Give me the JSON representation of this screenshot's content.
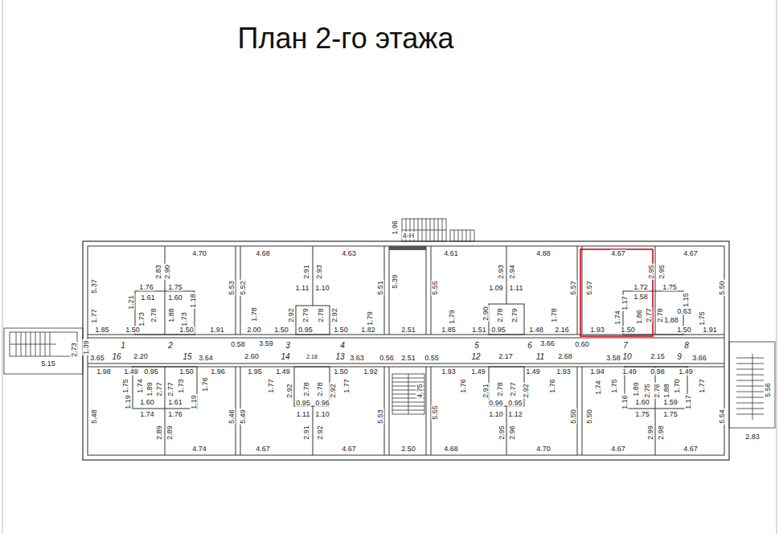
{
  "diagram": {
    "title": "План 2-го этажа",
    "labels": [
      "4.70",
      "2.83",
      "2.90",
      "5.37",
      "5.53",
      "1.76",
      "1.75",
      "1.21",
      "1.61",
      "1.60",
      "1.18",
      "1.77",
      "1.73",
      "2.78",
      "1.88",
      "1.73",
      "1.85",
      "1.50",
      "1.50",
      "1.91",
      "4.68",
      "2.91",
      "2.93",
      "4.63",
      "5.52",
      "5.51",
      "1.11",
      "1.10",
      "2.92",
      "2.79",
      "2.78",
      "2.92",
      "1.78",
      "1.79",
      "2.00",
      "1.50",
      "0.95",
      "1.50",
      "1.82",
      "1.96",
      "4-Н",
      "5.39",
      "2.51",
      "4.61",
      "2.93",
      "2.94",
      "4.88",
      "5.55",
      "5.57",
      "1.09",
      "1.11",
      "2.90",
      "2.78",
      "2.79",
      "1.79",
      "1.78",
      "1.85",
      "1.51",
      "0.95",
      "1.48",
      "2.16",
      "4.67",
      "2.95",
      "2.95",
      "4.67",
      "5.57",
      "5.50",
      "1.72",
      "1.75",
      "1.17",
      "1.58",
      "1.15",
      "1.74",
      "1.86",
      "2.77",
      "2.78",
      "1.88",
      "0.63",
      "1.75",
      "1.93",
      "1.50",
      "1.50",
      "1.91",
      "1.39",
      "2.73",
      "5.15",
      "0.58",
      "3.59",
      "0.60",
      "3.66",
      "1",
      "2",
      "3",
      "4",
      "5",
      "6",
      "7",
      "8",
      "3.65",
      "16",
      "2.20",
      "15",
      "3.64",
      "2.60",
      "14",
      "2.18",
      "13",
      "3.63",
      "0.56",
      "2.51",
      "0.55",
      "12",
      "2.17",
      "11",
      "2.68",
      "3.58",
      "10",
      "2.15",
      "9",
      "3.66",
      "1.98",
      "1.49",
      "0.95",
      "1.50",
      "1.96",
      "1.75",
      "1.74",
      "1.89",
      "2.77",
      "2.77",
      "1.73",
      "1.76",
      "1.19",
      "1.60",
      "1.61",
      "1.19",
      "5.48",
      "5.46",
      "1.74",
      "1.76",
      "2.89",
      "2.89",
      "4.74",
      "1.95",
      "1.49",
      "1.50",
      "1.92",
      "1.77",
      "2.92",
      "2.78",
      "2.78",
      "2.92",
      "1.77",
      "5.49",
      "5.53",
      "0.95",
      "0.96",
      "1.11",
      "1.10",
      "2.91",
      "2.92",
      "4.67",
      "4.67",
      "4.75",
      "2.50",
      "1.93",
      "1.49",
      "1.49",
      "1.93",
      "1.76",
      "5.55",
      "2.91",
      "2.78",
      "2.77",
      "2.92",
      "1.76",
      "5.50",
      "0.96",
      "0.95",
      "1.10",
      "1.12",
      "2.95",
      "2.96",
      "4.68",
      "4.70",
      "1.94",
      "1.49",
      "0.98",
      "1.49",
      "1.74",
      "1.75",
      "1.89",
      "2.75",
      "2.76",
      "1.88",
      "1.70",
      "1.77",
      "1.16",
      "1.60",
      "1.59",
      "1.17",
      "5.50",
      "5.54",
      "1.75",
      "1.75",
      "2.99",
      "2.98",
      "4.67",
      "4.67",
      "5.56",
      "2.83"
    ]
  }
}
